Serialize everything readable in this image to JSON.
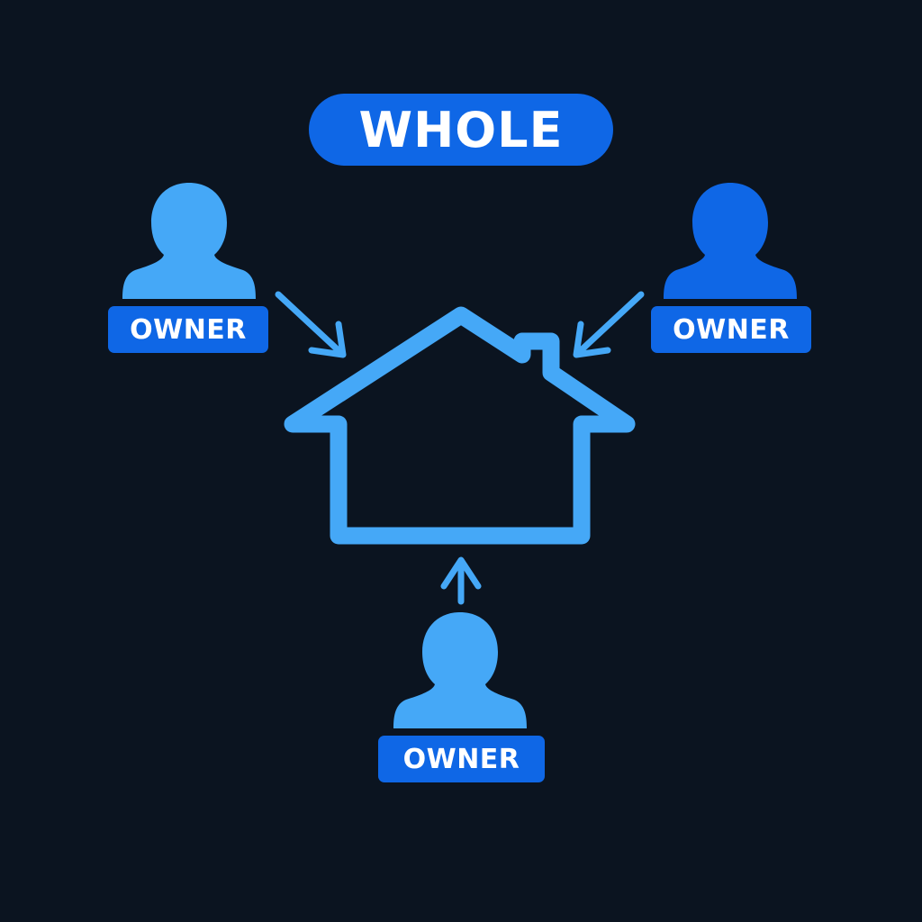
{
  "title": "WHOLE",
  "owners": [
    {
      "label": "OWNER",
      "position": "top-left",
      "color": "#45a8f7",
      "badge_color": "#0f67e6"
    },
    {
      "label": "OWNER",
      "position": "top-right",
      "color": "#0f67e6",
      "badge_color": "#0f67e6"
    },
    {
      "label": "OWNER",
      "position": "bottom",
      "color": "#45a8f7",
      "badge_color": "#0f67e6"
    }
  ],
  "icons": {
    "center": "house-icon",
    "owner": "person-icon",
    "connector": "arrow-icon"
  },
  "colors": {
    "background": "#0b1420",
    "accent": "#0f67e6",
    "light_accent": "#45a8f7",
    "text": "#ffffff"
  }
}
